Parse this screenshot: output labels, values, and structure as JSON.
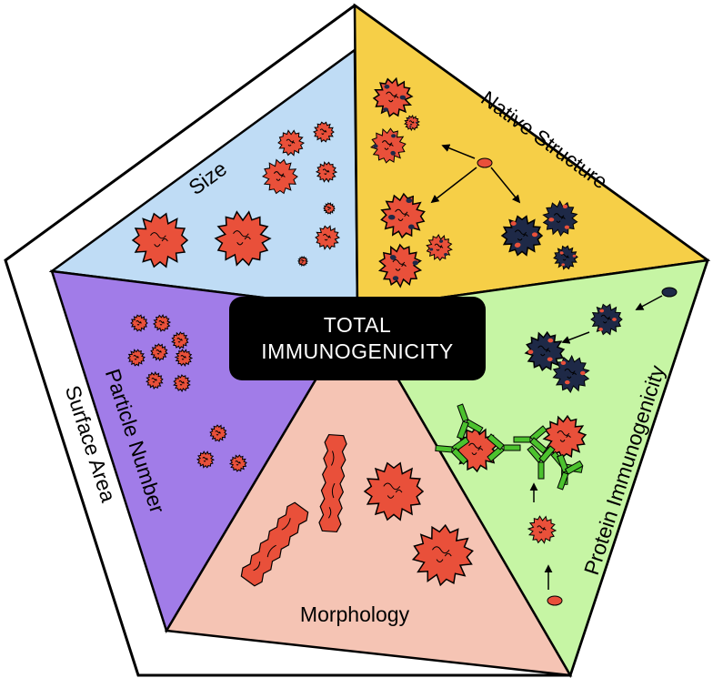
{
  "center": {
    "line1": "TOTAL",
    "line2": "IMMUNOGENICITY"
  },
  "segments": {
    "size": "Size",
    "native_structure": "Native Structure",
    "protein_immunogenicity": "Protein Immunogenicity",
    "morphology": "Morphology",
    "particle_number": "Particle Number"
  },
  "outer_label": "Surface Area",
  "colors": {
    "size": "#bfdcf5",
    "native_structure": "#f6cf47",
    "protein_immunogenicity": "#c6f5a4",
    "morphology": "#f5c4b4",
    "particle_number": "#a17ce8",
    "particle_fill": "#e9503a",
    "dark_particle": "#1e2947",
    "antibody": "#4cc22e"
  },
  "icons": [
    "protein-aggregate-icon",
    "dark-aggregate-icon",
    "antibody-icon",
    "protein-monomer-icon",
    "arrow-icon"
  ]
}
